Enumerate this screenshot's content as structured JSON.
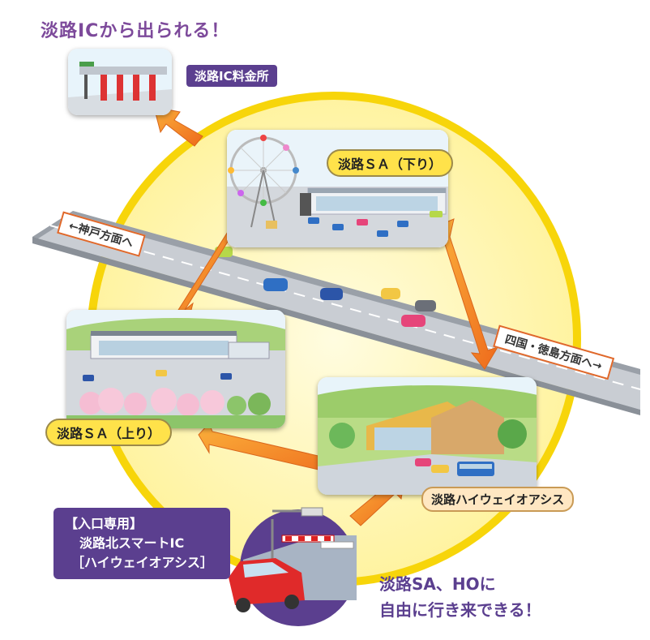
{
  "headline": "淡路ICから出られる！",
  "labels": {
    "ic_tollgate": "淡路IC料金所",
    "sa_down": "淡路ＳＡ（下り）",
    "sa_up": "淡路ＳＡ（上り）",
    "highway_oasis": "淡路ハイウェイオアシス",
    "to_kobe": "←神戸方面へ",
    "to_shikoku": "四国・徳島方面へ→"
  },
  "entry": {
    "line1": "【入口専用】",
    "line2": "淡路北スマートIC",
    "line3": "［ハイウェイオアシス］"
  },
  "note": {
    "line1": "淡路SA、HOに",
    "line2": "自由に行き来できる！"
  },
  "colors": {
    "purple": "#5b3f8f",
    "yellow_circle": "#fff7b0",
    "circle_border": "#f7d50a",
    "arrow_orange": "#f08a24"
  }
}
